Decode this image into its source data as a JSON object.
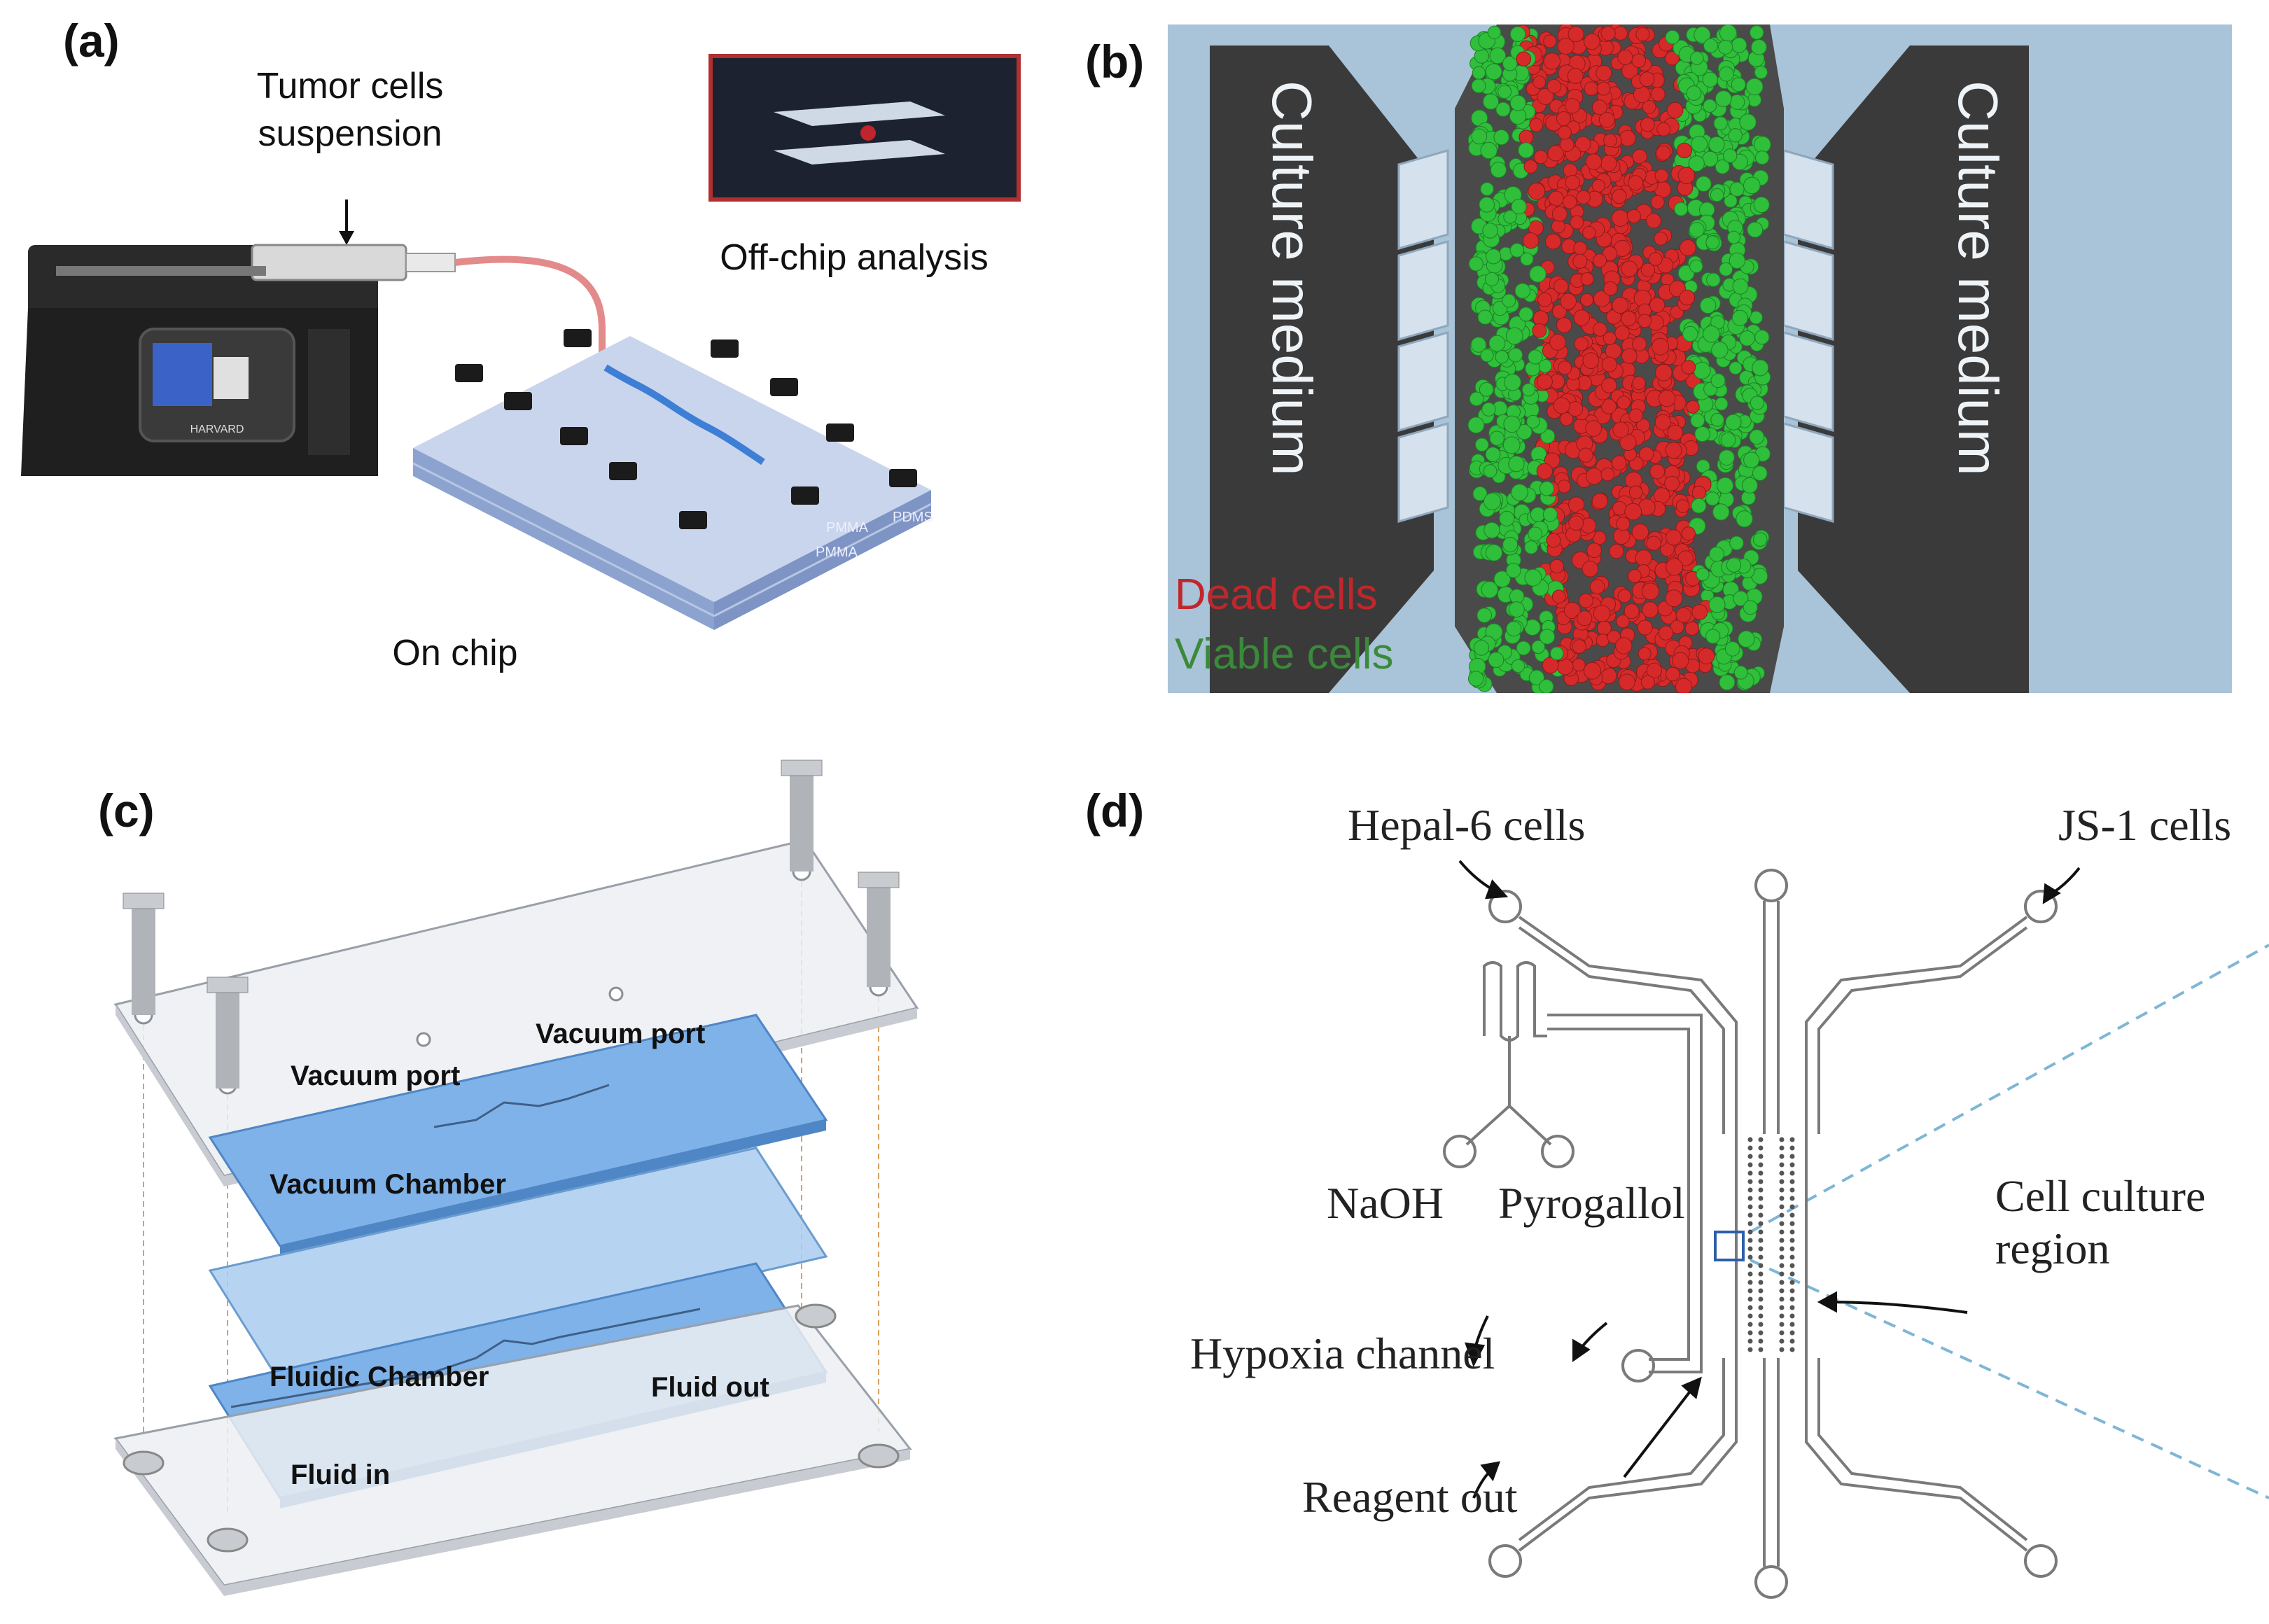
{
  "panels": {
    "a": {
      "label": "(a)",
      "tumor_line1": "Tumor cells",
      "tumor_line2": "suspension",
      "offchip": "Off-chip analysis",
      "onchip": "On chip",
      "pump_brand": "HARVARD",
      "layer_pmma_top": "PMMA",
      "layer_pdms": "PDMS",
      "layer_pmma_bottom": "PMMA"
    },
    "b": {
      "label": "(b)",
      "left_channel": "Culture medium",
      "right_channel": "Culture medium",
      "legend_dead": "Dead cells",
      "legend_viable": "Viable cells",
      "colors": {
        "dead": "#d62a2a",
        "viable": "#2fbf3a",
        "medium": "#3a3a3a",
        "substrate": "#a9c3d8"
      }
    },
    "c": {
      "label": "(c)",
      "vacuum_port_left": "Vacuum port",
      "vacuum_port_right": "Vacuum port",
      "vacuum_chamber": "Vacuum Chamber",
      "fluidic_chamber": "Fluidic Chamber",
      "fluid_out": "Fluid out",
      "fluid_in": "Fluid in"
    },
    "d": {
      "label": "(d)",
      "hepal": "Hepal-6 cells",
      "js1": "JS-1 cells",
      "naoh": "NaOH",
      "pyrogallol": "Pyrogallol",
      "culture_line1": "Cell culture",
      "culture_line2": "region",
      "hypoxia": "Hypoxia channel",
      "reagent": "Reagent out"
    }
  }
}
